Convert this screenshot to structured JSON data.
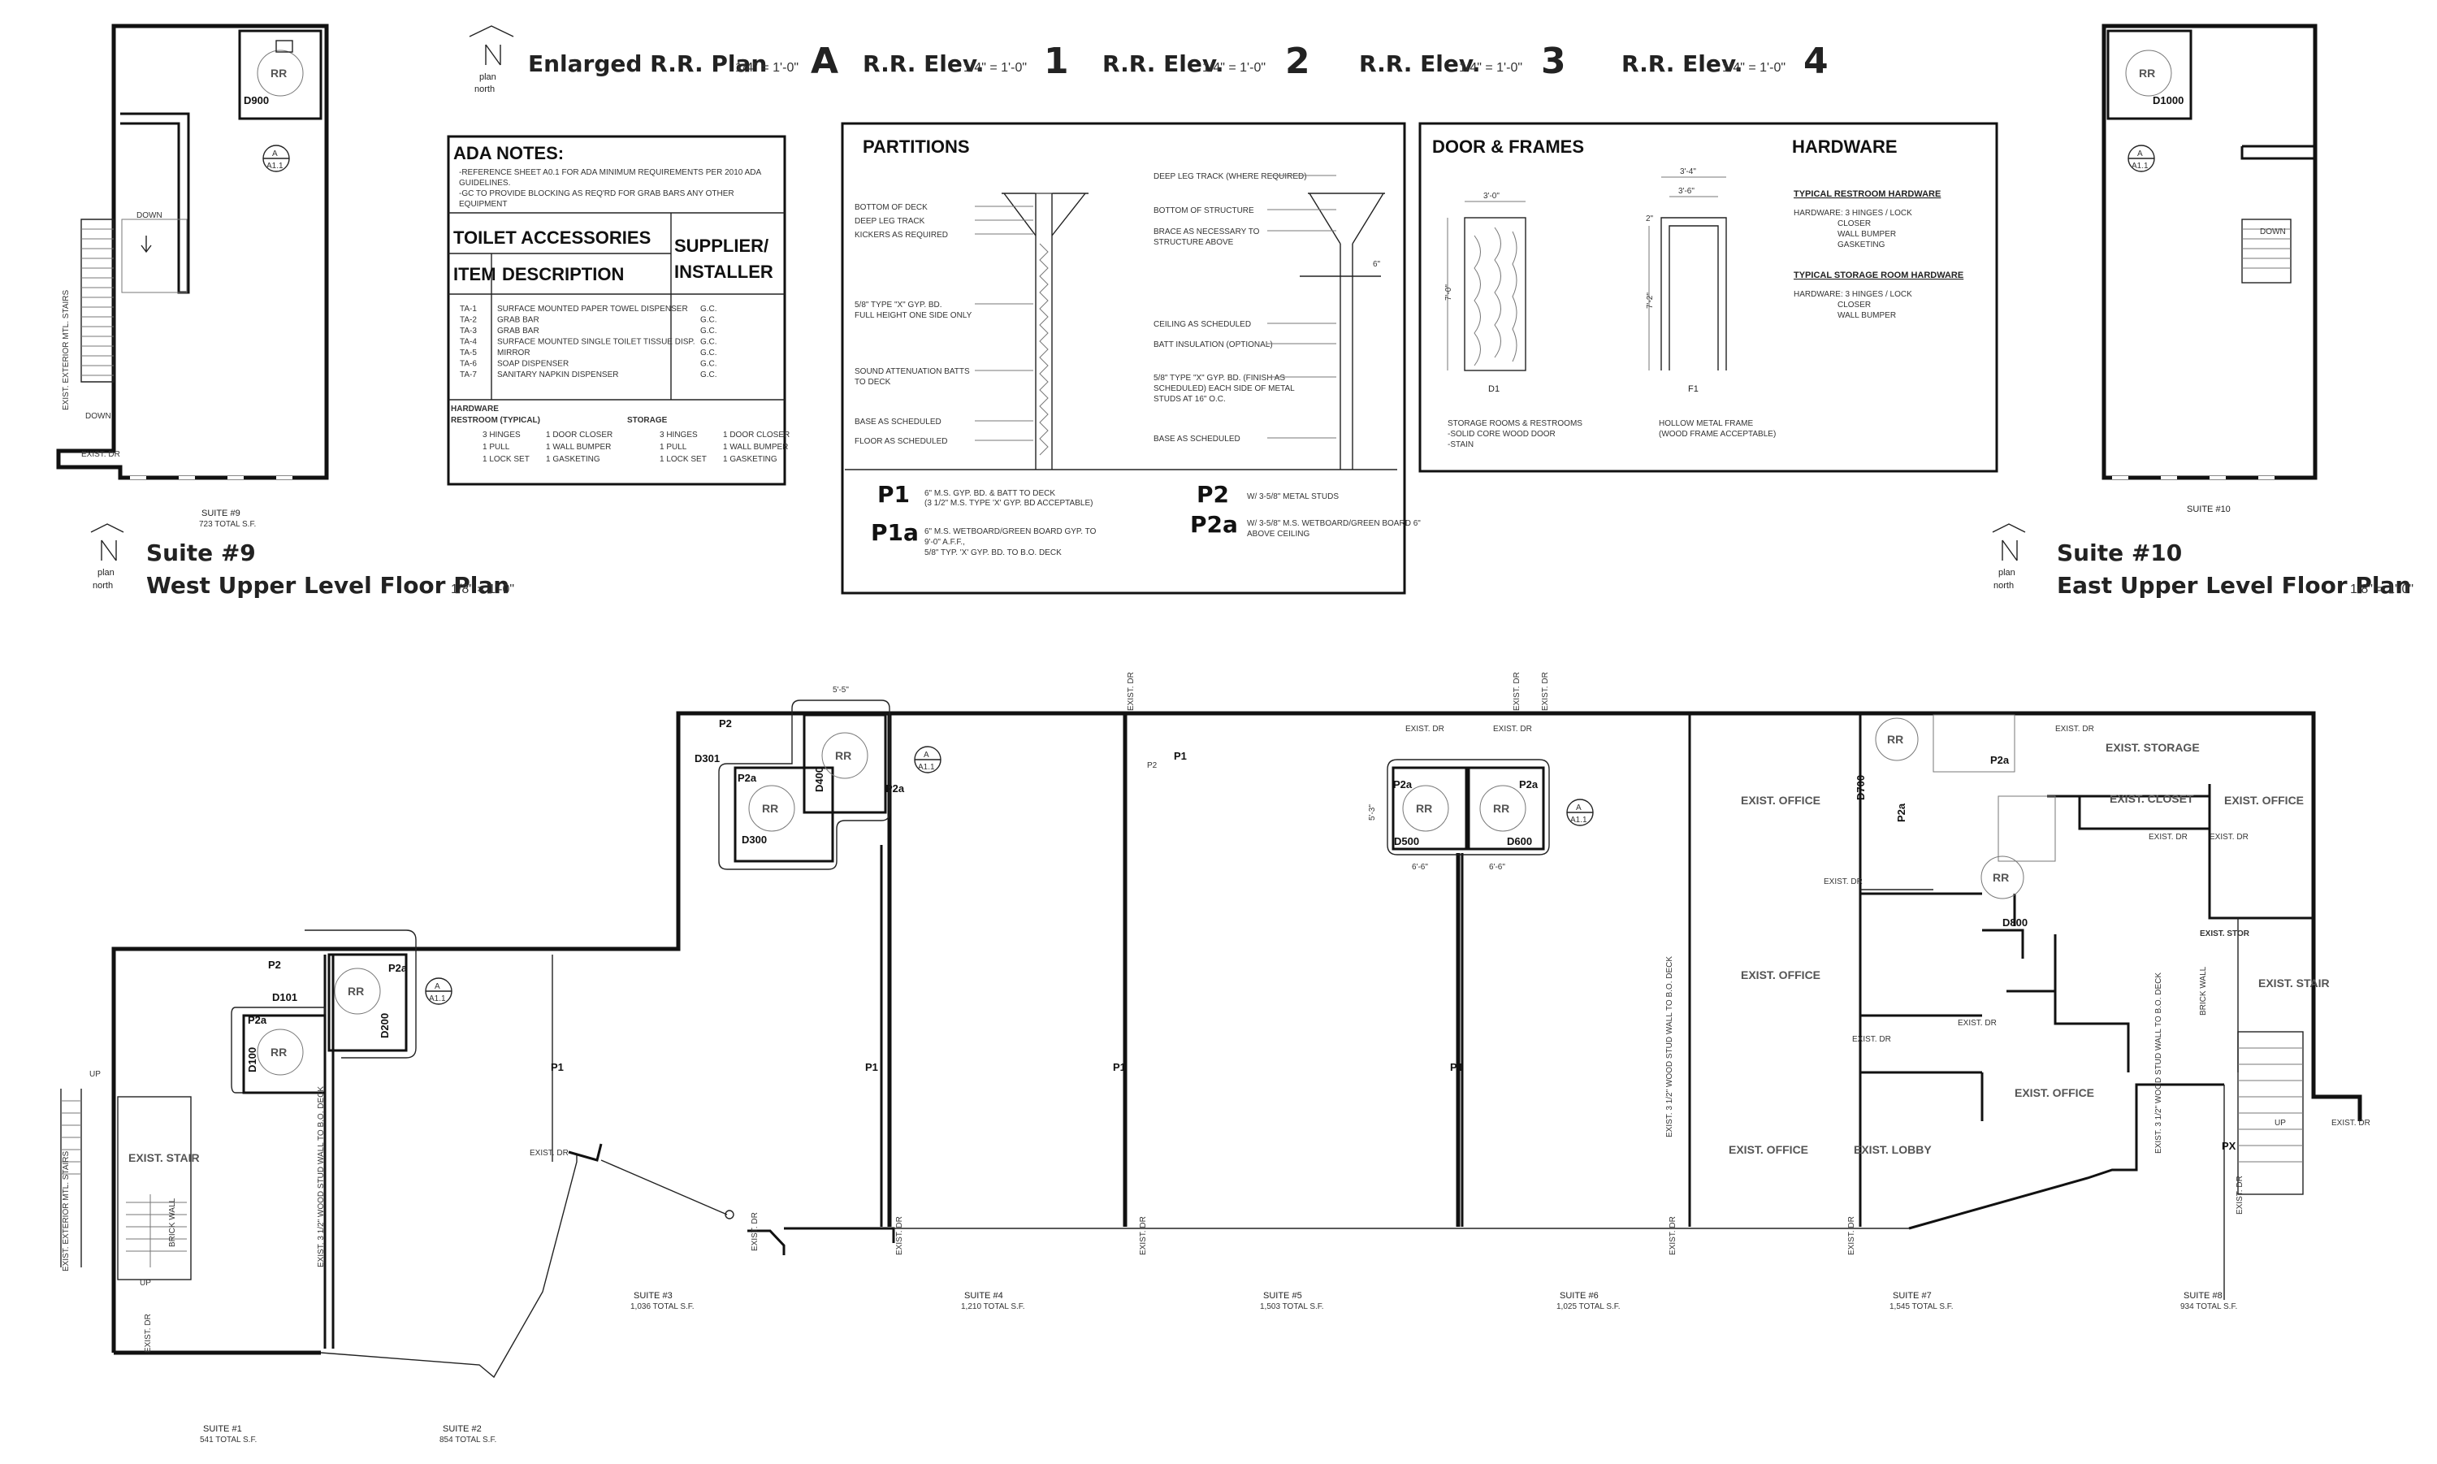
{
  "title_blocks": {
    "enlarged": {
      "title": "Enlarged R.R. Plan",
      "scale": "1/4\" = 1'-0\"",
      "mark": "A"
    },
    "elev1": {
      "title": "R.R. Elev.",
      "scale": "1/4\" = 1'-0\"",
      "mark": "1"
    },
    "elev2": {
      "title": "R.R. Elev.",
      "scale": "1/4\" = 1'-0\"",
      "mark": "2"
    },
    "elev3": {
      "title": "R.R. Elev.",
      "scale": "1/4\" = 1'-0\"",
      "mark": "3"
    },
    "elev4": {
      "title": "R.R. Elev.",
      "scale": "1/4\" = 1'-0\"",
      "mark": "4"
    },
    "suite9": {
      "title": "Suite #9",
      "subtitle": "West Upper Level Floor Plan",
      "scale": "1/8\" = 1'-0\""
    },
    "suite10": {
      "title": "Suite #10",
      "subtitle": "East Upper Level Floor Plan",
      "scale": "1/8\" = 1'-0\""
    },
    "north_label_1": "plan",
    "north_label_2": "north"
  },
  "ada": {
    "heading": "ADA NOTES:",
    "notes": [
      "-REFERENCE SHEET A0.1 FOR ADA MINIMUM REQUIREMENTS PER 2010 ADA",
      "GUIDELINES.",
      "-GC TO PROVIDE BLOCKING AS REQ'RD FOR GRAB BARS ANY OTHER",
      "EQUIPMENT"
    ],
    "acc_heading": "TOILET ACCESSORIES",
    "supplier_heading_1": "SUPPLIER/",
    "supplier_heading_2": "INSTALLER",
    "col_item": "ITEM",
    "col_desc": "DESCRIPTION",
    "items": [
      {
        "item": "TA-1",
        "desc": "SURFACE MOUNTED PAPER TOWEL DISPENSER",
        "sup": "G.C."
      },
      {
        "item": "TA-2",
        "desc": "GRAB BAR",
        "sup": "G.C."
      },
      {
        "item": "TA-3",
        "desc": "GRAB BAR",
        "sup": "G.C."
      },
      {
        "item": "TA-4",
        "desc": "SURFACE MOUNTED SINGLE TOILET TISSUE DISP.",
        "sup": "G.C."
      },
      {
        "item": "TA-5",
        "desc": "MIRROR",
        "sup": "G.C."
      },
      {
        "item": "TA-6",
        "desc": "SOAP DISPENSER",
        "sup": "G.C."
      },
      {
        "item": "TA-7",
        "desc": "SANITARY NAPKIN DISPENSER",
        "sup": "G.C."
      }
    ],
    "hw_heading": "HARDWARE",
    "hw_rr": "RESTROOM (TYPICAL)",
    "hw_st": "STORAGE",
    "hw_rr_rows": [
      [
        "3 HINGES",
        "1 DOOR CLOSER"
      ],
      [
        "1 PULL",
        "1 WALL BUMPER"
      ],
      [
        "1 LOCK SET",
        "1 GASKETING"
      ]
    ],
    "hw_st_rows": [
      [
        "3 HINGES",
        "1 DOOR CLOSER"
      ],
      [
        "1 PULL",
        "1 WALL BUMPER"
      ],
      [
        "1 LOCK SET",
        "1 GASKETING"
      ]
    ]
  },
  "partitions": {
    "heading": "PARTITIONS",
    "left_notes": [
      "BOTTOM OF DECK",
      "DEEP LEG TRACK",
      "KICKERS AS REQUIRED",
      "5/8\" TYPE \"X\" GYP. BD.",
      "FULL HEIGHT ONE SIDE ONLY",
      "SOUND ATTENUATION BATTS",
      "TO DECK",
      "BASE AS SCHEDULED",
      "FLOOR AS SCHEDULED"
    ],
    "right_notes": [
      "DEEP LEG TRACK (WHERE REQUIRED)",
      "BOTTOM OF STRUCTURE",
      "BRACE AS NECESSARY TO",
      "STRUCTURE ABOVE",
      "CEILING AS SCHEDULED",
      "BATT INSULATION  (OPTIONAL)",
      "5/8\" TYPE \"X\" GYP. BD. (FINISH AS",
      "SCHEDULED) EACH SIDE OF METAL",
      "STUDS AT 16\" O.C.",
      "BASE AS SCHEDULED"
    ],
    "dim_6": "6\"",
    "p1": "P1",
    "p1_desc_1": "6\" M.S. GYP. BD. & BATT TO DECK",
    "p1_desc_2": "(3 1/2\" M.S. TYPE 'X' GYP. BD ACCEPTABLE)",
    "p1a": "P1a",
    "p1a_desc_1": "6\" M.S. WETBOARD/GREEN BOARD GYP. TO",
    "p1a_desc_2": "9'-0\" A.F.F.,",
    "p1a_desc_3": "5/8\" TYP. 'X' GYP. BD. TO B.O. DECK",
    "p2": "P2",
    "p2_desc": "W/ 3-5/8\" METAL STUDS",
    "p2a": "P2a",
    "p2a_desc_1": "W/ 3-5/8\" M.S. WETBOARD/GREEN BOARD 6\"",
    "p2a_desc_2": "ABOVE CEILING"
  },
  "doors": {
    "heading": "DOOR & FRAMES",
    "d1": "D1",
    "f1": "F1",
    "dim_30": "3'-0\"",
    "dim_34": "3'-4\"",
    "dim_36": "3'-6\"",
    "dim_70": "7'-0\"",
    "dim_72": "7'-2\"",
    "dim_2": "2\"",
    "d1_notes": [
      "STORAGE ROOMS & RESTROOMS",
      "-SOLID CORE WOOD DOOR",
      "-STAIN"
    ],
    "f1_notes": [
      "HOLLOW METAL FRAME",
      "(WOOD FRAME ACCEPTABLE)"
    ],
    "hw_heading": "HARDWARE",
    "rr_heading": "TYPICAL RESTROOM HARDWARE",
    "rr_lines": [
      "HARDWARE: 3 HINGES / LOCK",
      "CLOSER",
      "WALL BUMPER",
      "GASKETING"
    ],
    "st_heading": "TYPICAL STORAGE ROOM HARDWARE",
    "st_lines": [
      "HARDWARE: 3 HINGES / LOCK",
      "CLOSER",
      "WALL BUMPER"
    ]
  },
  "suite9_plan": {
    "rr": "RR",
    "door": "D900",
    "down": "DOWN",
    "down2": "DOWN",
    "stairs": "EXIST. EXTERIOR MTL. STAIRS",
    "exist_dr": "EXIST. DR",
    "label": "SUITE #9",
    "area": "723 TOTAL S.F.",
    "ref_a": "A",
    "ref_sheet": "A1.1"
  },
  "suite10_plan": {
    "rr": "RR",
    "door": "D1000",
    "down": "DOWN",
    "label": "SUITE #10",
    "ref_a": "A",
    "ref_sheet": "A1.1"
  },
  "main_plan": {
    "rr": "RR",
    "p1": "P1",
    "p2": "P2",
    "p2a": "P2a",
    "d100": "D100",
    "d101": "D101",
    "d200": "D200",
    "d300": "D300",
    "d301": "D301",
    "d400": "D400",
    "d500": "D500",
    "d600": "D600",
    "d700": "D700",
    "d800": "D800",
    "ref_a": "A",
    "ref_sheet": "A1.1",
    "exist_dr": "EXIST. DR",
    "exist_stair": "EXIST. STAIR",
    "up": "UP",
    "brick_wall": "BRICK WALL",
    "ext_stairs": "EXIST. EXTERIOR MTL. STAIRS",
    "stud_wall": "EXIST. 3 1/2\" WOOD STUD WALL TO B.O. DECK",
    "exist_office": "EXIST. OFFICE",
    "exist_lobby": "EXIST. LOBBY",
    "exist_storage": "EXIST. STORAGE",
    "exist_closet": "EXIST. CLOSET",
    "exist_stor": "EXIST. STOR",
    "px": "PX",
    "dim_55": "5'-5\"",
    "dim_66": "6'-6\"",
    "dim_53": "5'-3\"",
    "suites": [
      {
        "label": "SUITE #1",
        "area": "541 TOTAL S.F."
      },
      {
        "label": "SUITE #2",
        "area": "854 TOTAL S.F."
      },
      {
        "label": "SUITE #3",
        "area": "1,036 TOTAL S.F."
      },
      {
        "label": "SUITE #4",
        "area": "1,210 TOTAL S.F."
      },
      {
        "label": "SUITE #5",
        "area": "1,503 TOTAL S.F."
      },
      {
        "label": "SUITE #6",
        "area": "1,025 TOTAL S.F."
      },
      {
        "label": "SUITE #7",
        "area": "1,545 TOTAL S.F."
      },
      {
        "label": "SUITE #8",
        "area": "934 TOTAL S.F."
      }
    ]
  }
}
